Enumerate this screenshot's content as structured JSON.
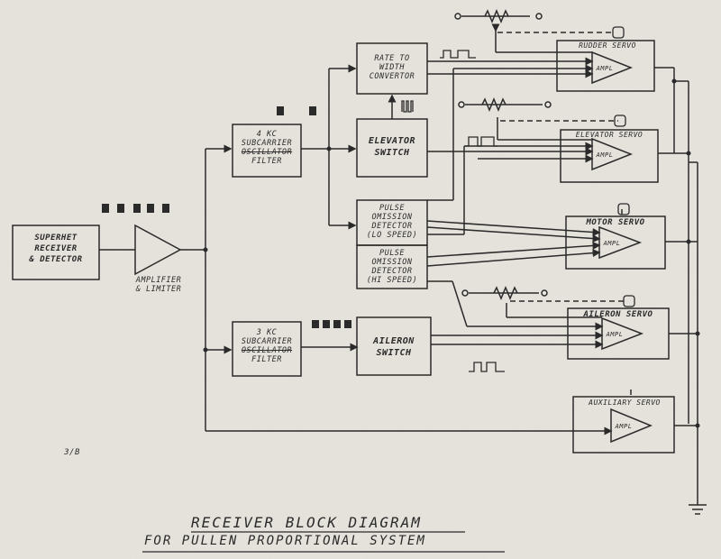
{
  "title": {
    "line1": "RECEIVER BLOCK DIAGRAM",
    "line2": "FOR PULLEN PROPORTIONAL SYSTEM"
  },
  "blocks": {
    "receiver": [
      "SUPERHET",
      "RECEIVER",
      "& DETECTOR"
    ],
    "amplifier": [
      "AMPLIFIER",
      "& LIMITER"
    ],
    "subcarrier_top": [
      "4 KC",
      "SUBCARRIER",
      "OSCILLATOR",
      "FILTER"
    ],
    "subcarrier_bottom": [
      "3 KC",
      "SUBCARRIER",
      "OSCILLATOR",
      "FILTER"
    ],
    "rate_converter": [
      "RATE TO",
      "WIDTH",
      "CONVERTOR"
    ],
    "elevator_switch": [
      "ELEVATOR",
      "SWITCH"
    ],
    "pulse_lo": [
      "PULSE",
      "OMISSION",
      "DETECTOR",
      "(LO SPEED)"
    ],
    "pulse_hi": [
      "PULSE",
      "OMISSION",
      "DETECTOR",
      "(HI SPEED)"
    ],
    "aileron_switch": [
      "AILERON",
      "SWITCH"
    ],
    "ampl": "AMPL"
  },
  "servos": {
    "rudder": "RUDDER SERVO",
    "elevator": "ELEVATOR SERVO",
    "motor": "MOTOR SERVO",
    "aileron": "AILERON SERVO",
    "auxiliary": "AUXILIARY SERVO"
  },
  "signature": "3/B"
}
